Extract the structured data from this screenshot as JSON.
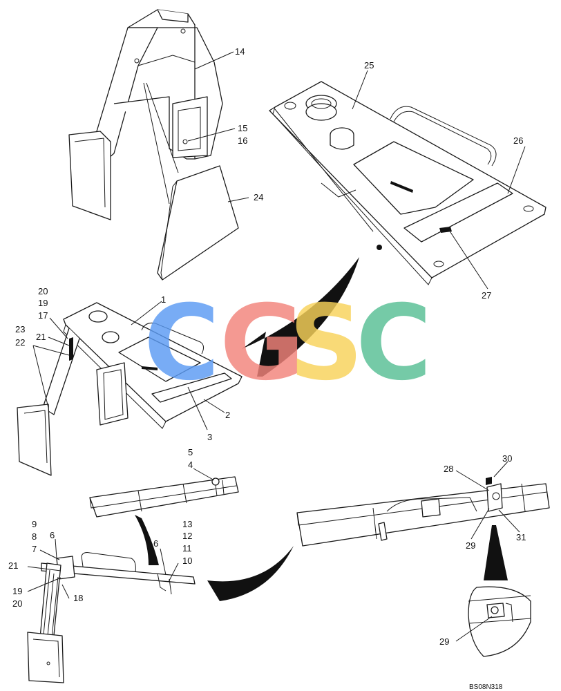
{
  "callouts": [
    {
      "id": "c14",
      "text": "14"
    },
    {
      "id": "c15",
      "text": "15"
    },
    {
      "id": "c16",
      "text": "16"
    },
    {
      "id": "c24",
      "text": "24"
    },
    {
      "id": "c25",
      "text": "25"
    },
    {
      "id": "c26",
      "text": "26"
    },
    {
      "id": "c27",
      "text": "27"
    },
    {
      "id": "c1",
      "text": "1"
    },
    {
      "id": "c2",
      "text": "2"
    },
    {
      "id": "c3",
      "text": "3"
    },
    {
      "id": "c20a",
      "text": "20"
    },
    {
      "id": "c19a",
      "text": "19"
    },
    {
      "id": "c17",
      "text": "17"
    },
    {
      "id": "c23",
      "text": "23"
    },
    {
      "id": "c21a",
      "text": "21"
    },
    {
      "id": "c22",
      "text": "22"
    },
    {
      "id": "c5",
      "text": "5"
    },
    {
      "id": "c4",
      "text": "4"
    },
    {
      "id": "c9",
      "text": "9"
    },
    {
      "id": "c8",
      "text": "8"
    },
    {
      "id": "c6a",
      "text": "6"
    },
    {
      "id": "c7",
      "text": "7"
    },
    {
      "id": "c21b",
      "text": "21"
    },
    {
      "id": "c19b",
      "text": "19"
    },
    {
      "id": "c20b",
      "text": "20"
    },
    {
      "id": "c18",
      "text": "18"
    },
    {
      "id": "c13",
      "text": "13"
    },
    {
      "id": "c12",
      "text": "12"
    },
    {
      "id": "c11",
      "text": "11"
    },
    {
      "id": "c10",
      "text": "10"
    },
    {
      "id": "c6b",
      "text": "6"
    },
    {
      "id": "c28",
      "text": "28"
    },
    {
      "id": "c30",
      "text": "30"
    },
    {
      "id": "c29a",
      "text": "29"
    },
    {
      "id": "c31",
      "text": "31"
    },
    {
      "id": "c29b",
      "text": "29"
    }
  ],
  "drawing_code": "BS08N318",
  "watermark": {
    "letters": [
      {
        "char": "C",
        "color": "#5b9bf3"
      },
      {
        "char": "G",
        "color": "#f2837b"
      },
      {
        "char": "S",
        "color": "#f8d25a"
      },
      {
        "char": "C",
        "color": "#57bf94"
      }
    ]
  }
}
